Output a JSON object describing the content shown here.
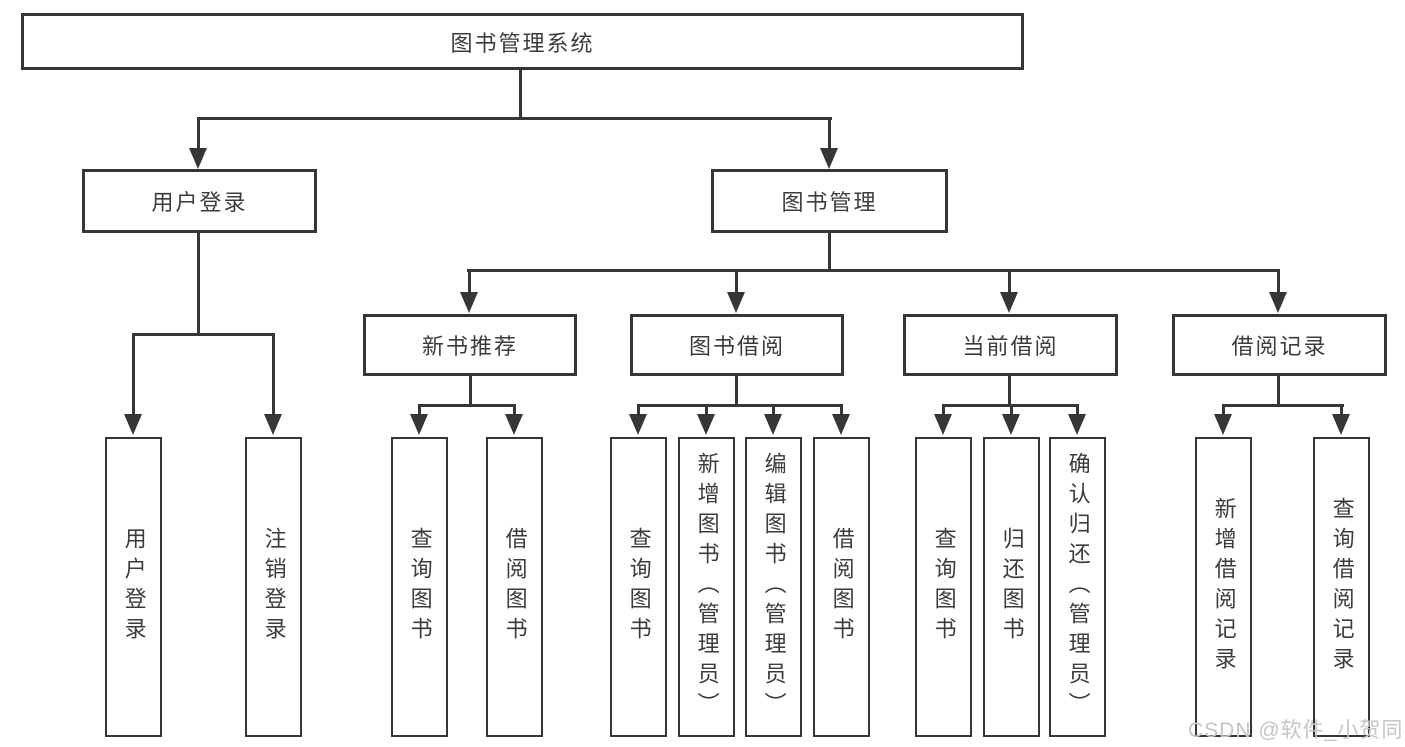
{
  "tree": {
    "label": "图书管理系统",
    "children": [
      {
        "label": "用户登录",
        "children": [
          {
            "label": "用户登录"
          },
          {
            "label": "注销登录"
          }
        ]
      },
      {
        "label": "图书管理",
        "children": [
          {
            "label": "新书推荐",
            "children": [
              {
                "label": "查询图书"
              },
              {
                "label": "借阅图书"
              }
            ]
          },
          {
            "label": "图书借阅",
            "children": [
              {
                "label": "查询图书"
              },
              {
                "label": "新增图书（管理员）"
              },
              {
                "label": "编辑图书（管理员）"
              },
              {
                "label": "借阅图书"
              }
            ]
          },
          {
            "label": "当前借阅",
            "children": [
              {
                "label": "查询图书"
              },
              {
                "label": "归还图书"
              },
              {
                "label": "确认归还（管理员）"
              }
            ]
          },
          {
            "label": "借阅记录",
            "children": [
              {
                "label": "新增借阅记录"
              },
              {
                "label": "查询借阅记录"
              }
            ]
          }
        ]
      }
    ]
  },
  "watermark": {
    "text": "CSDN @软件_小贺同学"
  },
  "colors": {
    "line": "#363636",
    "text": "#3c3c3c",
    "watermark": "#c5c5c5"
  }
}
